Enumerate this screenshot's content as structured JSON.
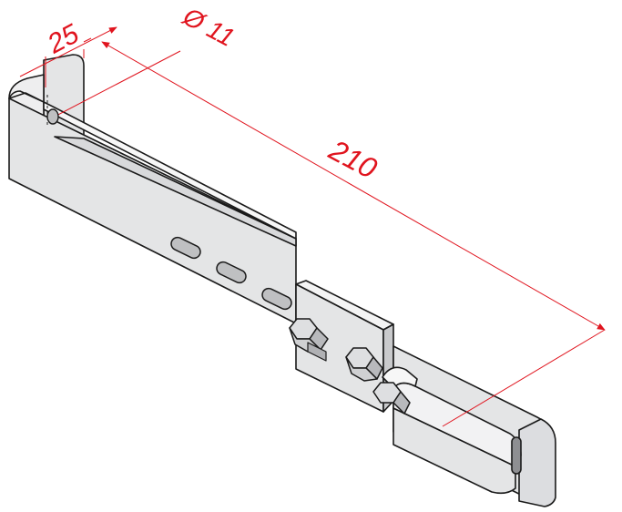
{
  "dimensions": {
    "width_mm": "25",
    "hole_diameter": "Ø 11",
    "length_mm": "210"
  },
  "colors": {
    "dimension_red": "#e0141e",
    "metal_face": "#e4e5e6",
    "metal_top": "#f4f4f4",
    "metal_edge": "#c9cacc",
    "outline": "#1a1a1a"
  }
}
